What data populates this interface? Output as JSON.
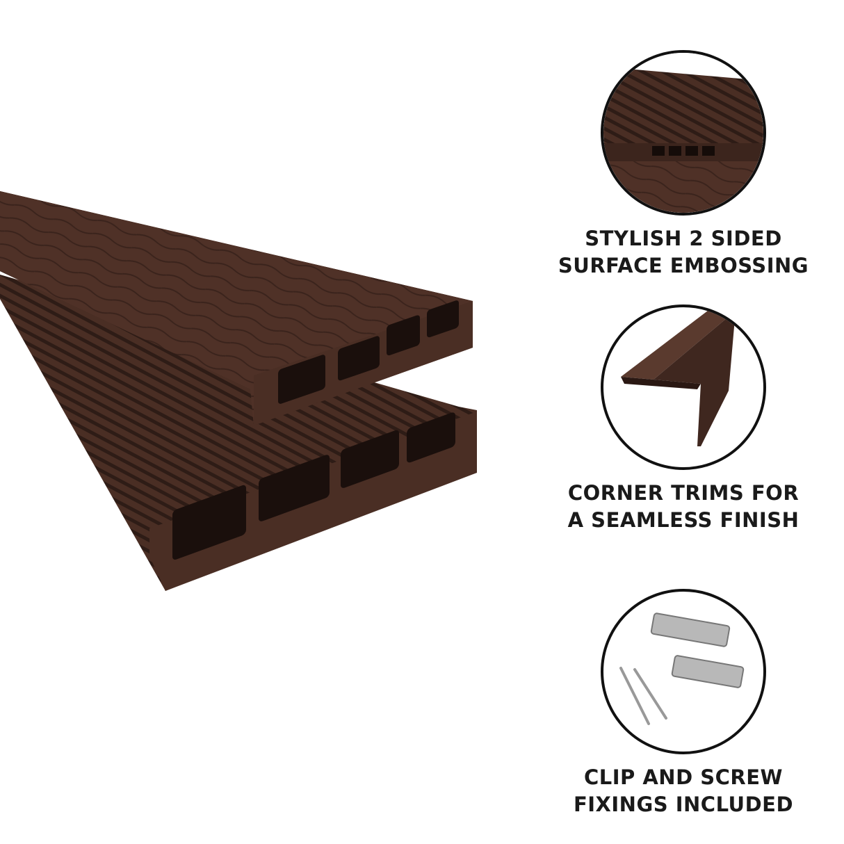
{
  "colors": {
    "wood": "#4a2e24",
    "wood_dark": "#2b1914",
    "wood_light": "#5c3b2f",
    "text": "#1a1a1a",
    "ring": "#111111"
  },
  "features": [
    {
      "icon": "embossed-board-icon",
      "line1": "STYLISH 2 SIDED",
      "line2": "SURFACE EMBOSSING"
    },
    {
      "icon": "corner-trim-icon",
      "line1": "CORNER TRIMS FOR",
      "line2": "A SEAMLESS FINISH"
    },
    {
      "icon": "clips-screws-icon",
      "line1": "CLIP AND SCREW",
      "line2": "FIXINGS INCLUDED"
    }
  ]
}
